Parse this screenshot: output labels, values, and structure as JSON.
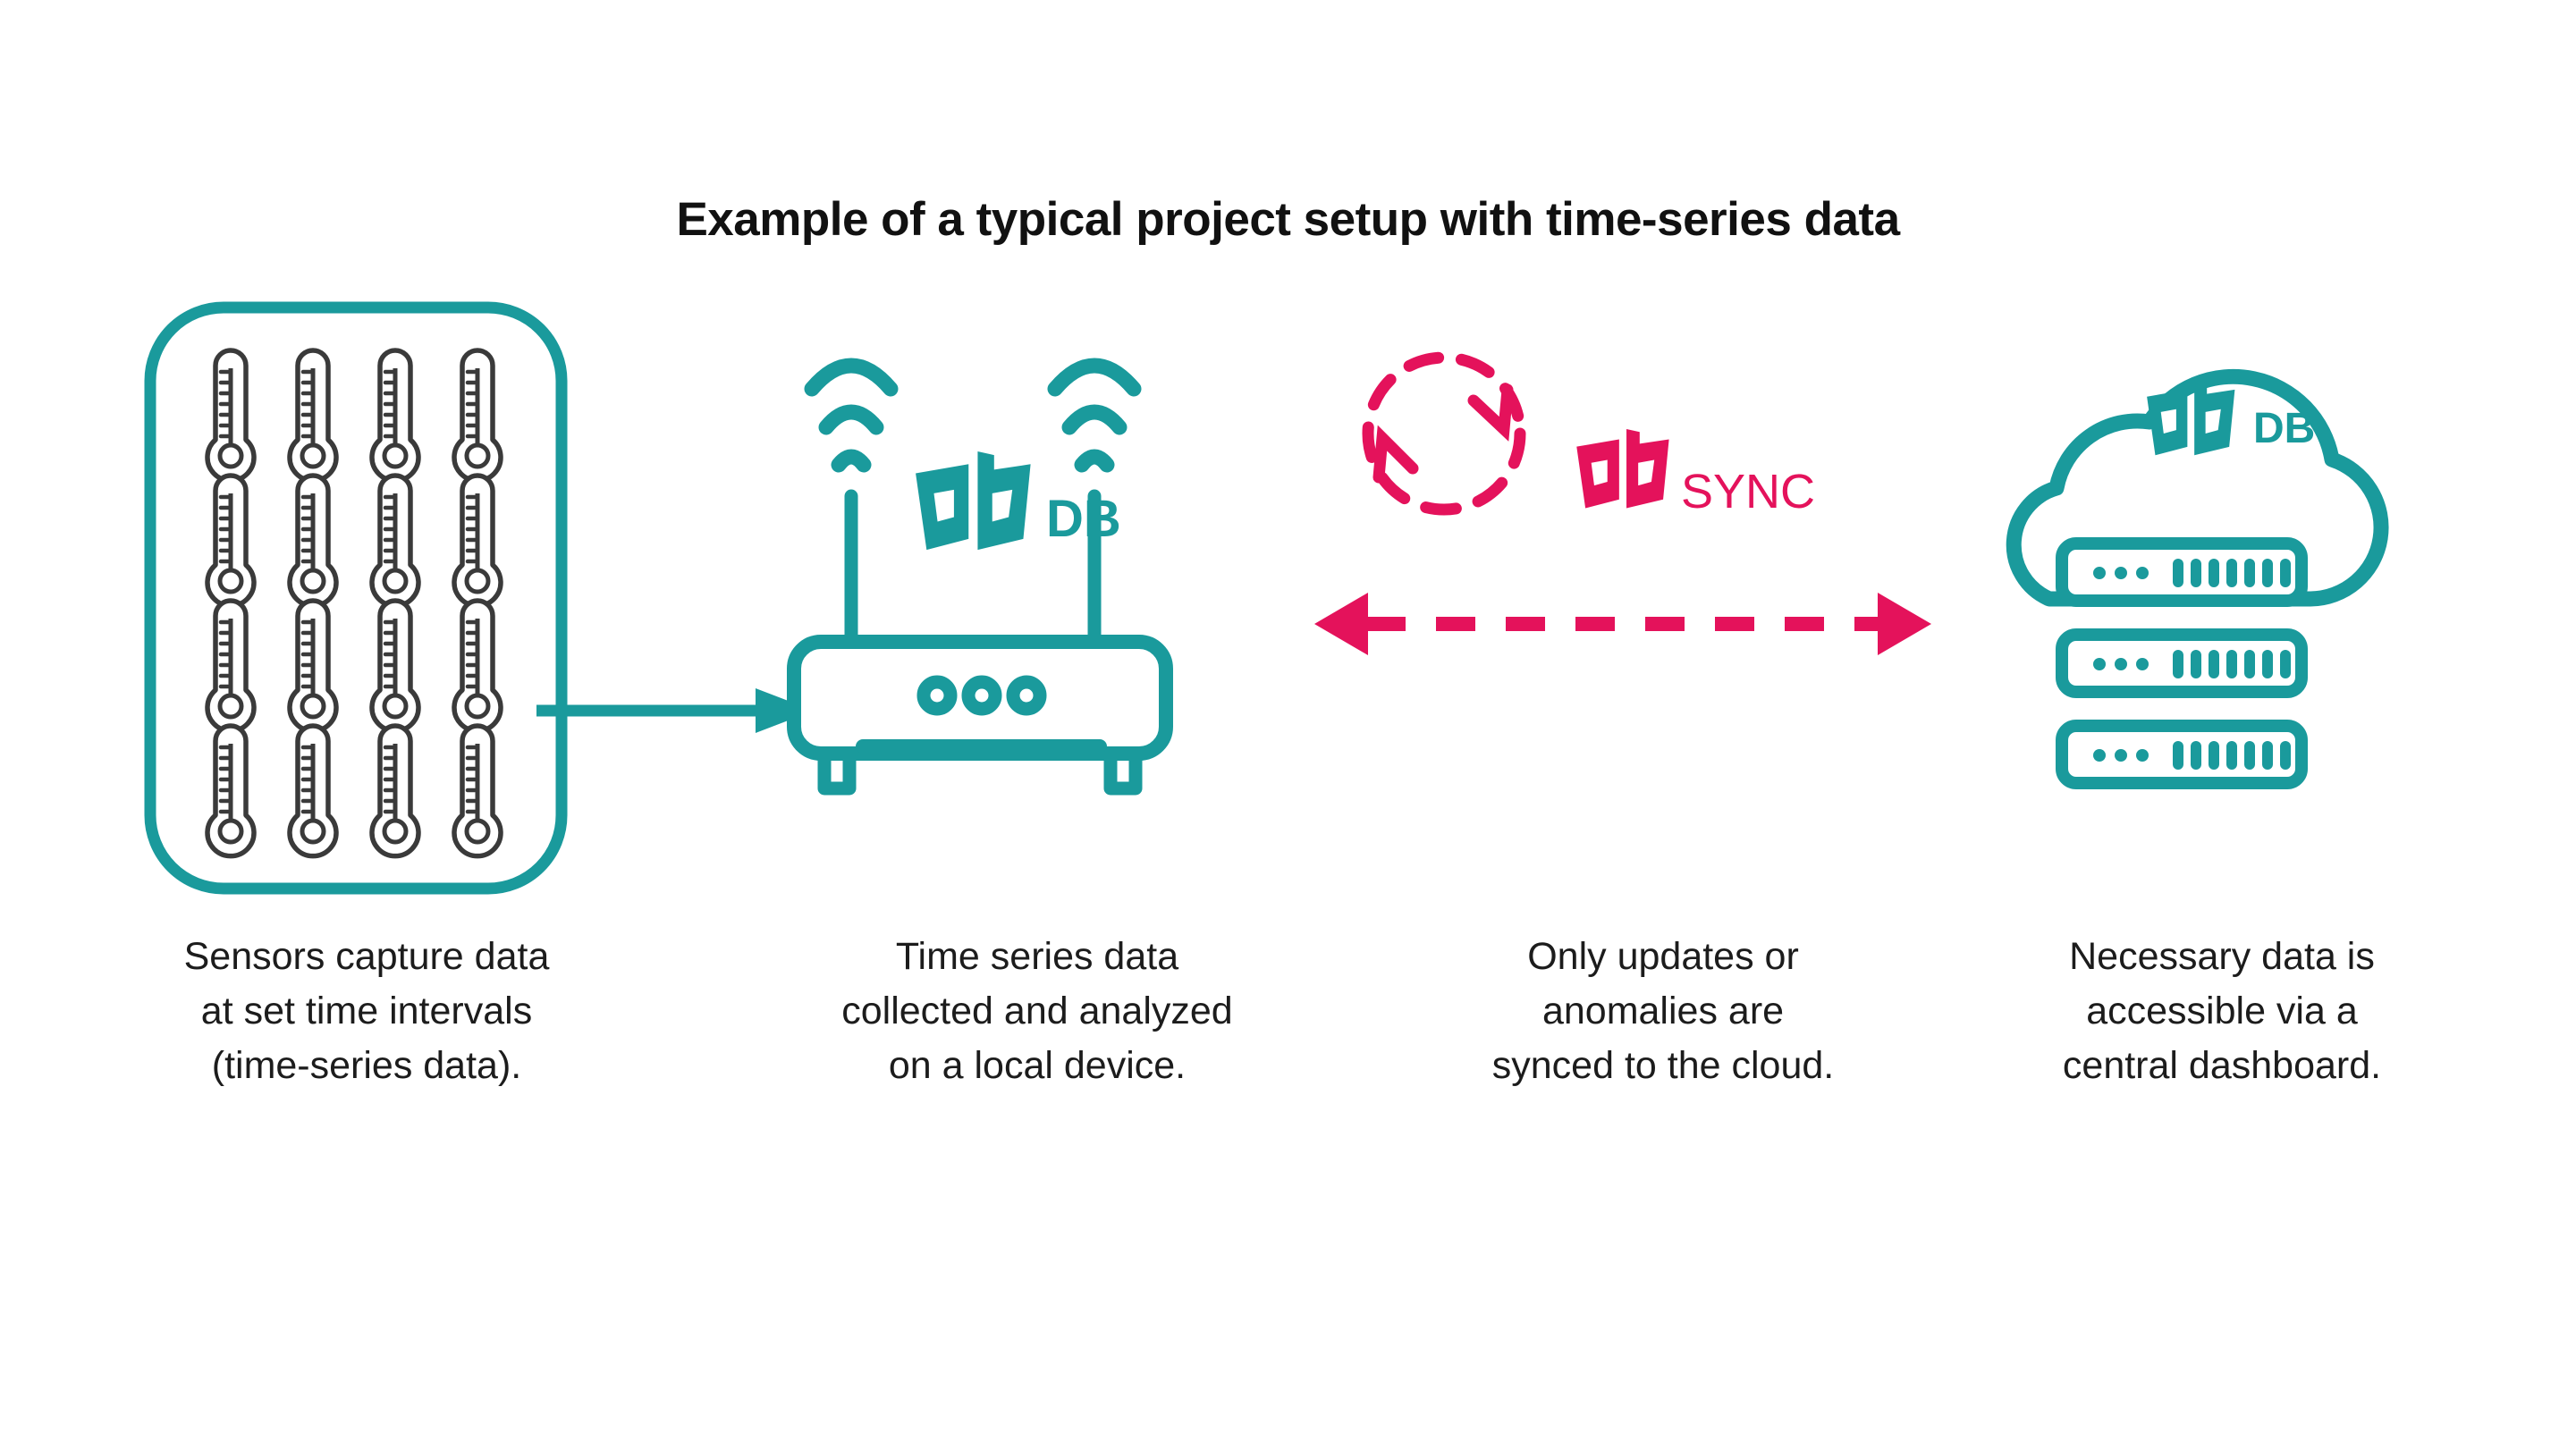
{
  "title": "Example of a typical project setup with time-series data",
  "colors": {
    "teal": "#1A9A9C",
    "crimson": "#E4125B",
    "sensor_outline": "#3A3A3A",
    "text": "#1C1C1C",
    "background": "#FFFFFF"
  },
  "stages": [
    {
      "id": "sensors",
      "icon_name": "sensor-grid-thermometers",
      "grid": {
        "rows": 4,
        "cols": 4,
        "count": 16
      },
      "caption_lines": [
        "Sensors capture data",
        "at set time intervals",
        "(time-series data)."
      ]
    },
    {
      "id": "gateway",
      "icon_name": "wifi-router-device",
      "logo_label": "DB",
      "antennas": 2,
      "wifi_arcs_per_antenna": 3,
      "led_count": 3,
      "caption_lines": [
        "Time series data",
        "collected and analyzed",
        "on a local device."
      ]
    },
    {
      "id": "sync",
      "icon_name": "sync-cycle-arrows",
      "logo_label": "SYNC",
      "arrow_direction": "bidirectional",
      "arrow_style": "dashed",
      "caption_lines": [
        "Only updates or",
        "anomalies are",
        "synced to the cloud."
      ]
    },
    {
      "id": "cloud",
      "icon_name": "cloud-server-racks",
      "logo_label": "DB",
      "rack_count": 3,
      "rack_dots": 3,
      "rack_bars": 7,
      "caption_lines": [
        "Necessary data is",
        "accessible via a",
        "central dashboard."
      ]
    }
  ],
  "connectors": [
    {
      "id": "sensors-to-gateway",
      "style": "solid",
      "direction": "right",
      "color": "#1A9A9C"
    },
    {
      "id": "gateway-to-cloud",
      "style": "dashed",
      "direction": "bidirectional",
      "color": "#E4125B"
    }
  ]
}
